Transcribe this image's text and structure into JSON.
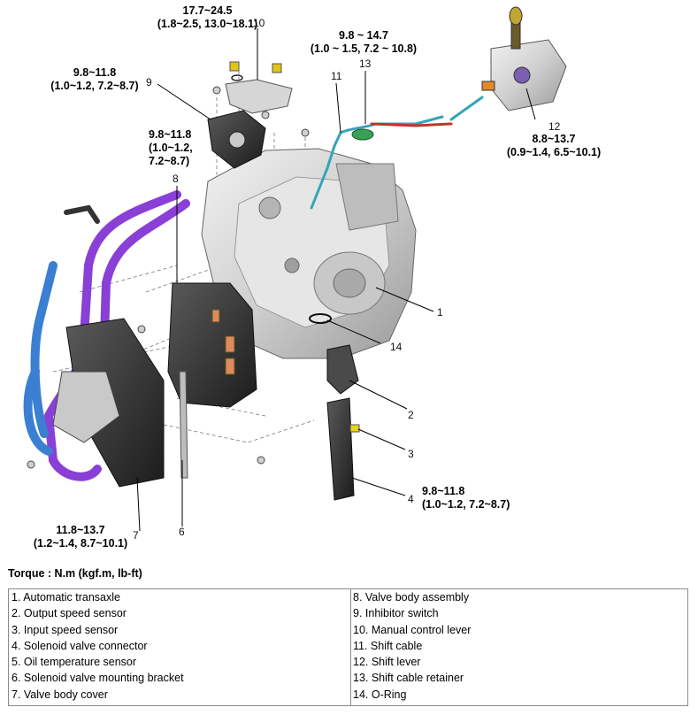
{
  "callouts": {
    "n1": "1",
    "n2": "2",
    "n3": "3",
    "n4": "4",
    "n6": "6",
    "n7": "7",
    "n8": "8",
    "n9": "9",
    "n10": "10",
    "n11": "11",
    "n12": "12",
    "n13": "13",
    "n14": "14"
  },
  "torques": {
    "t10": {
      "line1": "17.7~24.5",
      "line2": "(1.8~2.5, 13.0~18.1)"
    },
    "t13": {
      "line1": "9.8 ~ 14.7",
      "line2": "(1.0 ~ 1.5, 7.2 ~ 10.8)"
    },
    "t9": {
      "line1": "9.8~11.8",
      "line2": "(1.0~1.2, 7.2~8.7)"
    },
    "t8": {
      "line1": "9.8~11.8",
      "line2": "(1.0~1.2,",
      "line3": "7.2~8.7)"
    },
    "t12": {
      "line1": "8.8~13.7",
      "line2": "(0.9~1.4, 6.5~10.1)"
    },
    "t4": {
      "line1": "9.8~11.8",
      "line2": "(1.0~1.2, 7.2~8.7)"
    },
    "t7": {
      "line1": "11.8~13.7",
      "line2": "(1.2~1.4, 8.7~10.1)"
    }
  },
  "torque_caption": "Torque : N.m (kgf.m, lb-ft)",
  "legend": {
    "left": [
      "1. Automatic transaxle",
      "2. Output speed sensor",
      "3. Input speed sensor",
      "4. Solenoid valve connector",
      "5. Oil temperature sensor",
      "6. Solenoid valve mounting bracket",
      "7. Valve body cover"
    ],
    "right": [
      "8. Valve body assembly",
      "9. Inhibitor switch",
      "10. Manual control lever",
      "11. Shift cable",
      "12. Shift lever",
      "13. Shift cable retainer",
      "14. O-Ring"
    ]
  },
  "colors": {
    "hose": "#8a3fd6",
    "hose_blue": "#3a7fd1",
    "cable_red": "#c8312b",
    "cable_teal": "#36a3b8",
    "sensor_yellow": "#e8d31c",
    "housing": "#d9d9d9"
  }
}
